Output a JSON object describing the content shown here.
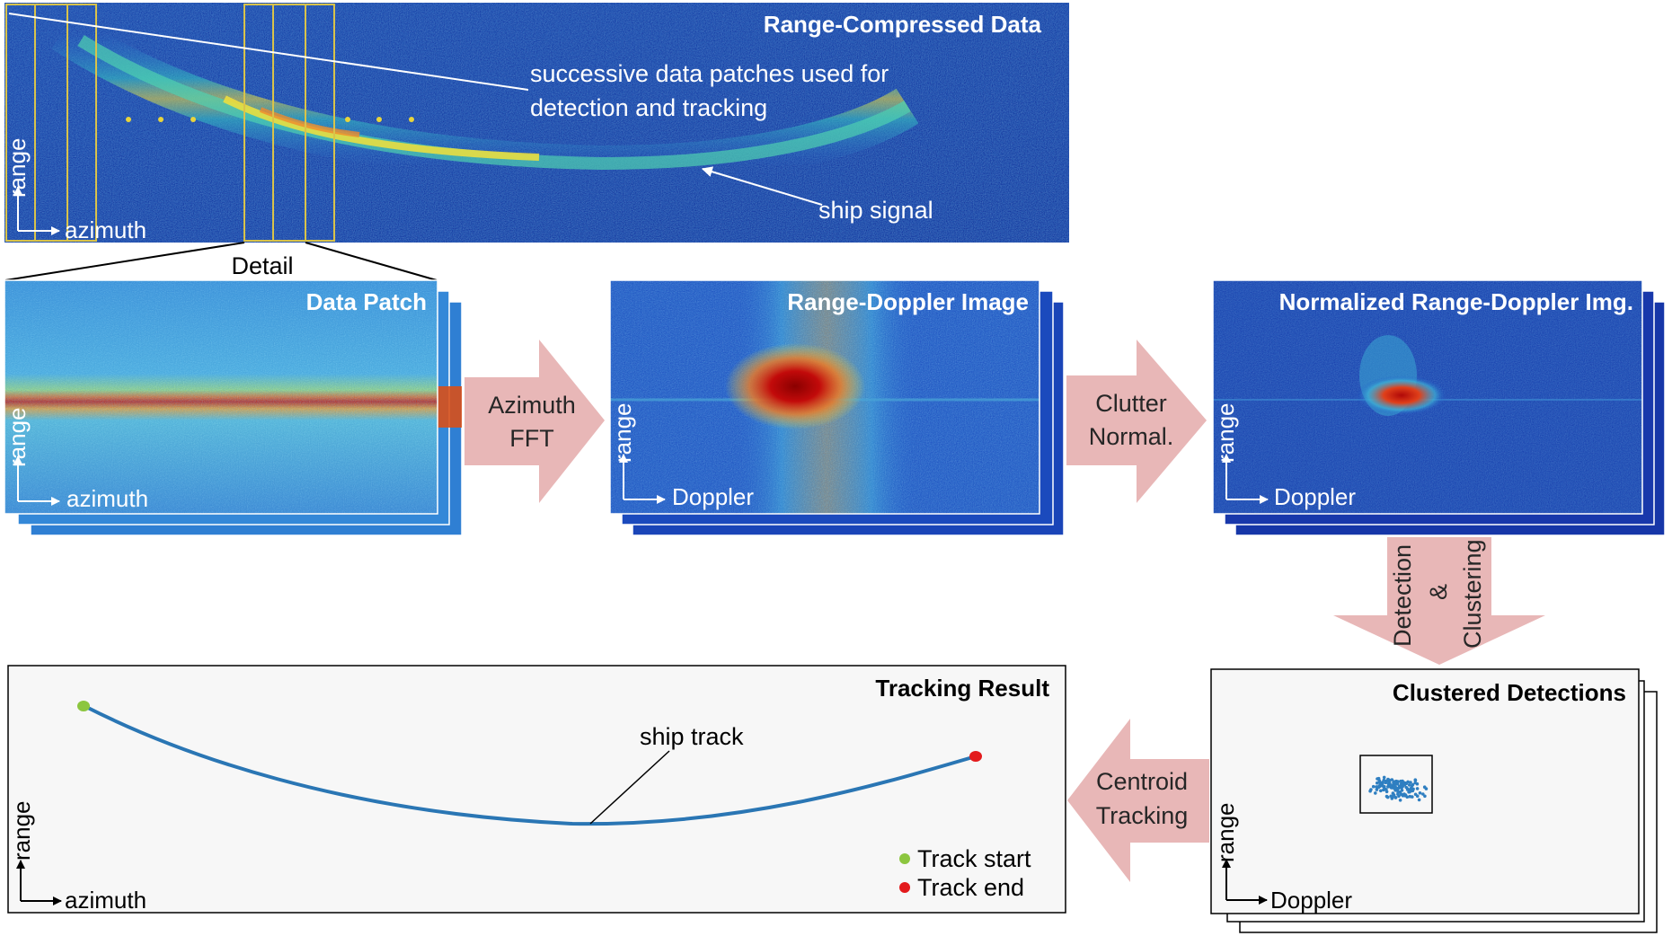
{
  "colors": {
    "radar_dark": "#0a1f8f",
    "radar_mid": "#1d54c8",
    "signal_hot": "#c20a0a",
    "signal_warm": "#f2e03a",
    "flow_arrow": "#e8b7b7",
    "track": "#2a76b4",
    "track_start": "#8cc63f",
    "track_end": "#e31a1c",
    "detection": "#2f7fc1",
    "panel_bg": "#f7f7f7"
  },
  "range_compressed": {
    "title": "Range-Compressed Data",
    "annotation_line1": "successive data patches used for",
    "annotation_line2": "detection and tracking",
    "signal_label": "ship signal",
    "axis_y": "range",
    "axis_x": "azimuth",
    "detail_label": "Detail"
  },
  "data_patch": {
    "title": "Data Patch",
    "axis_y": "range",
    "axis_x": "azimuth"
  },
  "range_doppler": {
    "title": "Range-Doppler Image",
    "axis_y": "range",
    "axis_x": "Doppler"
  },
  "normalized": {
    "title": "Normalized Range-Doppler Img.",
    "axis_y": "range",
    "axis_x": "Doppler"
  },
  "clustered": {
    "title": "Clustered Detections",
    "axis_y": "range",
    "axis_x": "Doppler"
  },
  "tracking": {
    "title": "Tracking Result",
    "track_label": "ship track",
    "legend_start": "Track start",
    "legend_end": "Track end",
    "axis_y": "range",
    "axis_x": "azimuth"
  },
  "steps": {
    "azimuth_fft_1": "Azimuth",
    "azimuth_fft_2": "FFT",
    "clutter_1": "Clutter",
    "clutter_2": "Normal.",
    "detection_1": "Detection",
    "detection_2": "&",
    "detection_3": "Clustering",
    "centroid_1": "Centroid",
    "centroid_2": "Tracking"
  }
}
